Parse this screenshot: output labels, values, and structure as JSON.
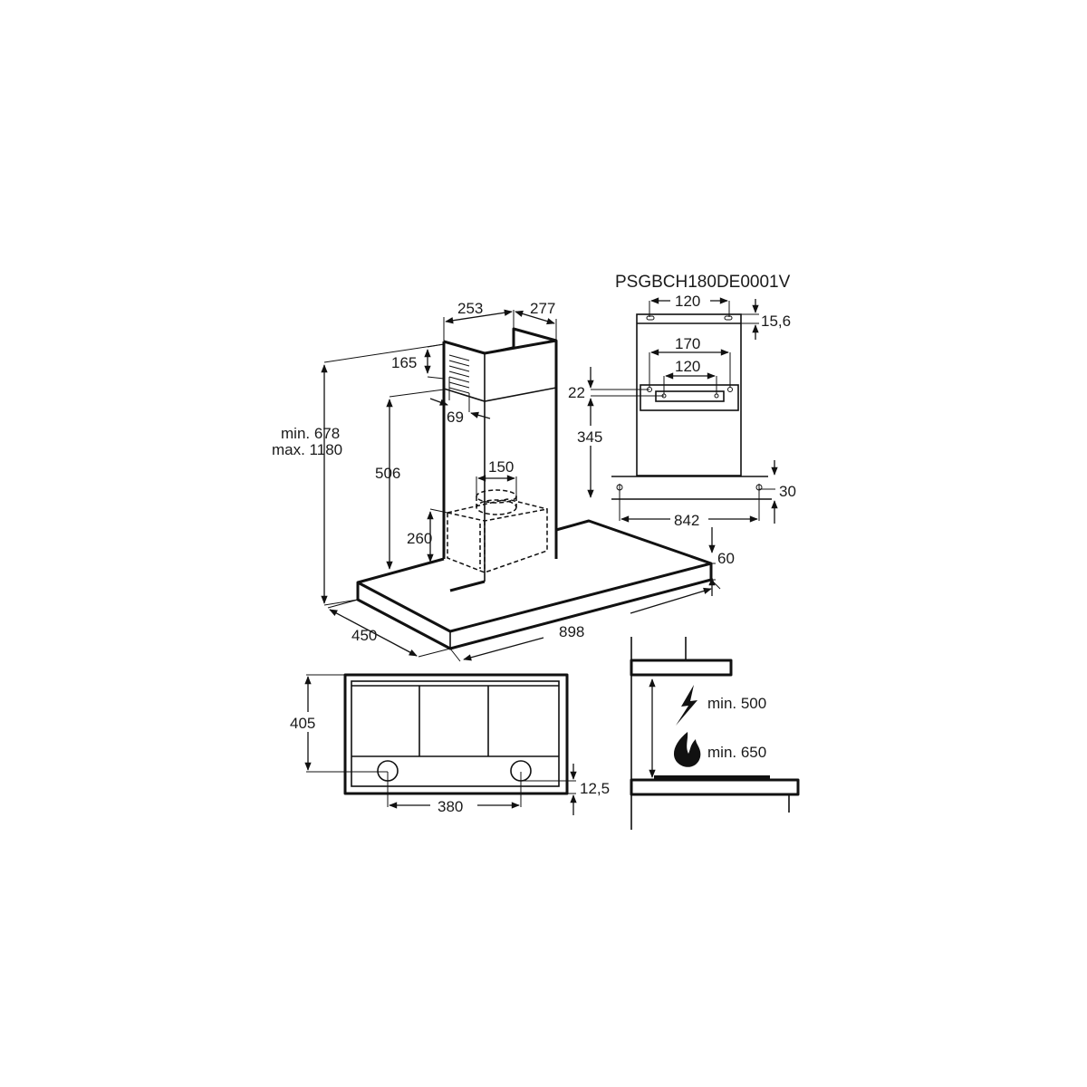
{
  "model_code": "PSGBCH180DE0001V",
  "main_view": {
    "chimney_width": "253",
    "chimney_depth": "277",
    "vent_height": "165",
    "vent_offset": "69",
    "height_range_min": "min. 678",
    "height_range_max": "max. 1180",
    "upper_bracket_height": "506",
    "outlet_diameter": "150",
    "motor_height": "260",
    "canopy_depth": "450",
    "canopy_width": "898",
    "canopy_thickness": "60"
  },
  "bracket_view": {
    "top_hole_spacing": "120",
    "top_offset": "15,6",
    "outer_hole_spacing": "170",
    "inner_hole_spacing": "120",
    "bracket_offset": "22",
    "bracket_to_hood": "345",
    "hood_fixing_offset": "30",
    "hood_fixing_spacing": "842"
  },
  "plan_view": {
    "depth": "405",
    "outlet_spacing": "380",
    "outlet_offset": "12,5"
  },
  "clearance_view": {
    "electric_label": "min. 500",
    "gas_label": "min. 650",
    "electric_icon": "lightning-icon",
    "gas_icon": "flame-icon"
  }
}
